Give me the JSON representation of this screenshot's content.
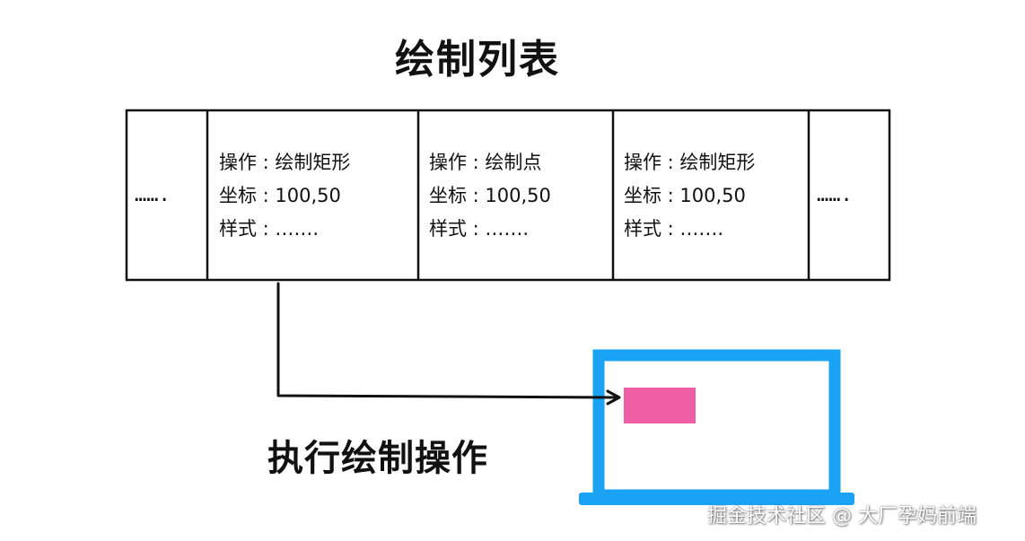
{
  "title": "绘制列表",
  "action_label": "执行绘制操作",
  "left_ellipsis": "…….",
  "right_ellipsis": "…….",
  "cells": [
    {
      "op": "操作 : 绘制矩形",
      "coord": "坐标 : 100,50",
      "style": "样式 : ……."
    },
    {
      "op": "操作 : 绘制点",
      "coord": "坐标 : 100,50",
      "style": "样式 : ……."
    },
    {
      "op": "操作 : 绘制矩形",
      "coord": "坐标 : 100,50",
      "style": "样式 : ……."
    }
  ],
  "watermark": "掘金技术社区 @ 大厂孕妈前端",
  "colors": {
    "screen": "#1aa3f5",
    "rect": "#ee5fa6",
    "stroke": "#111111"
  }
}
